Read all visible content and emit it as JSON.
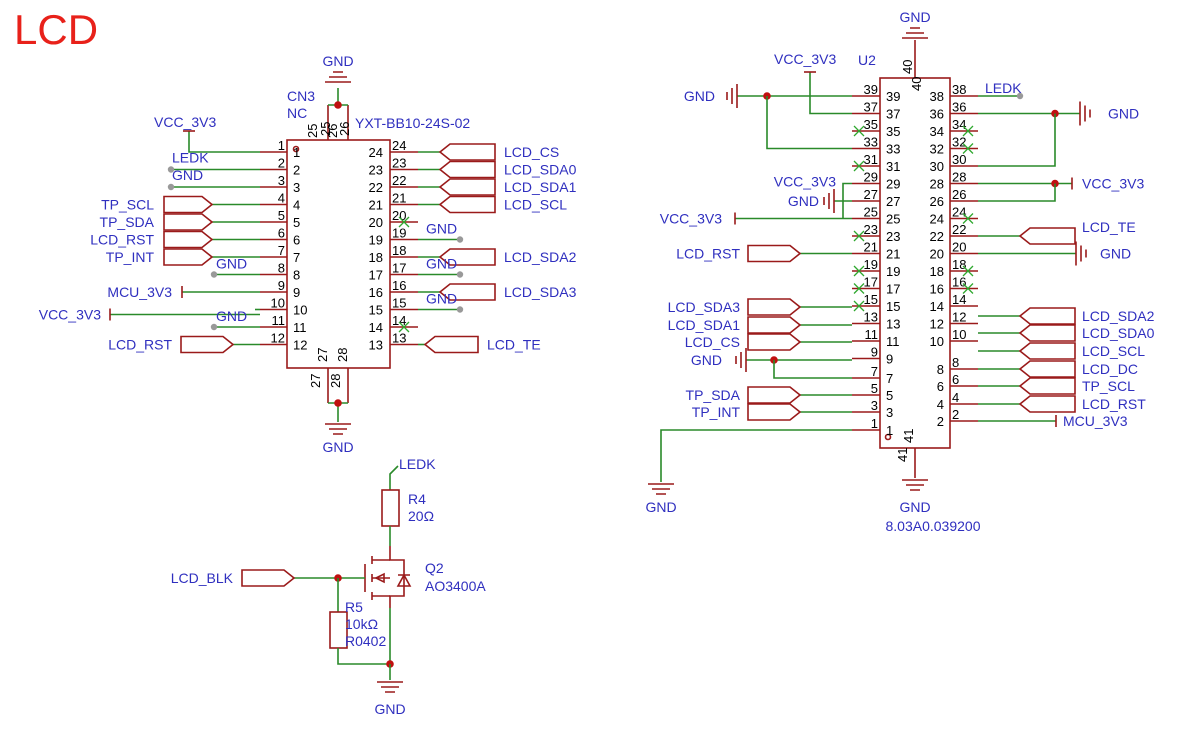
{
  "title": "LCD",
  "colors": {
    "title": "#e8211a",
    "net": "#2f2fbf",
    "wire": "#2a8a2a",
    "part": "#9a1a1a"
  },
  "cn3": {
    "ref": "CN3",
    "value": "NC",
    "part": "YXT-BB10-24S-02",
    "gnd_top": "GND",
    "gnd_bottom": "GND",
    "left_pins": [
      {
        "num": "1",
        "net": "VCC_3V3"
      },
      {
        "num": "2",
        "net": "LEDK"
      },
      {
        "num": "3",
        "net": "GND"
      },
      {
        "num": "4",
        "net": "TP_SCL"
      },
      {
        "num": "5",
        "net": "TP_SDA"
      },
      {
        "num": "6",
        "net": "LCD_RST"
      },
      {
        "num": "7",
        "net": "TP_INT"
      },
      {
        "num": "8",
        "net": "GND"
      },
      {
        "num": "9",
        "net": "MCU_3V3"
      },
      {
        "num": "10",
        "net": "VCC_3V3"
      },
      {
        "num": "11",
        "net": "GND"
      },
      {
        "num": "12",
        "net": "LCD_RST"
      }
    ],
    "right_pins": [
      {
        "num": "24",
        "net": "LCD_CS"
      },
      {
        "num": "23",
        "net": "LCD_SDA0"
      },
      {
        "num": "22",
        "net": "LCD_SDA1"
      },
      {
        "num": "21",
        "net": "LCD_SCL"
      },
      {
        "num": "20",
        "net": ""
      },
      {
        "num": "19",
        "net": "GND"
      },
      {
        "num": "18",
        "net": "LCD_SDA2"
      },
      {
        "num": "17",
        "net": "GND"
      },
      {
        "num": "16",
        "net": "LCD_SDA3"
      },
      {
        "num": "15",
        "net": "GND"
      },
      {
        "num": "14",
        "net": ""
      },
      {
        "num": "13",
        "net": "LCD_TE"
      }
    ],
    "top_pins": [
      "25",
      "26"
    ],
    "bottom_pins": [
      "27",
      "28"
    ]
  },
  "u2": {
    "ref": "U2",
    "value": "8.03A0.039200",
    "gnd_top": "GND",
    "gnd_bottom": "GND",
    "gnd_left_bottom": "GND",
    "top_pin": "40",
    "bottom_pin": "41",
    "left_pins": [
      {
        "num": "39",
        "net": "GND"
      },
      {
        "num": "37",
        "net": "VCC_3V3"
      },
      {
        "num": "35",
        "net": ""
      },
      {
        "num": "33",
        "net": ""
      },
      {
        "num": "31",
        "net": ""
      },
      {
        "num": "29",
        "net": "VCC_3V3"
      },
      {
        "num": "27",
        "net": "GND"
      },
      {
        "num": "25",
        "net": "VCC_3V3"
      },
      {
        "num": "23",
        "net": ""
      },
      {
        "num": "21",
        "net": "LCD_RST"
      },
      {
        "num": "19",
        "net": ""
      },
      {
        "num": "17",
        "net": ""
      },
      {
        "num": "15",
        "net": ""
      },
      {
        "num": "13",
        "net": "LCD_SDA3"
      },
      {
        "num": "11",
        "net": "LCD_SDA1"
      },
      {
        "num": "9",
        "net": "LCD_CS"
      },
      {
        "num": "7",
        "net": "GND"
      },
      {
        "num": "5",
        "net": "TP_SDA"
      },
      {
        "num": "3",
        "net": "TP_INT"
      },
      {
        "num": "1",
        "net": ""
      }
    ],
    "right_pins": [
      {
        "num": "38",
        "net": "LEDK"
      },
      {
        "num": "36",
        "net": "GND"
      },
      {
        "num": "34",
        "net": ""
      },
      {
        "num": "32",
        "net": ""
      },
      {
        "num": "30",
        "net": ""
      },
      {
        "num": "28",
        "net": "VCC_3V3"
      },
      {
        "num": "26",
        "net": ""
      },
      {
        "num": "24",
        "net": ""
      },
      {
        "num": "22",
        "net": "LCD_TE"
      },
      {
        "num": "20",
        "net": "GND"
      },
      {
        "num": "18",
        "net": ""
      },
      {
        "num": "16",
        "net": ""
      },
      {
        "num": "14",
        "net": "LCD_SDA2"
      },
      {
        "num": "12",
        "net": "LCD_SDA0"
      },
      {
        "num": "10",
        "net": "LCD_SCL"
      },
      {
        "num": "8",
        "net": "LCD_DC"
      },
      {
        "num": "6",
        "net": "TP_SCL"
      },
      {
        "num": "4",
        "net": "LCD_RST"
      },
      {
        "num": "2",
        "net": "MCU_3V3"
      }
    ]
  },
  "backlight": {
    "ledk": "LEDK",
    "r4_ref": "R4",
    "r4_value": "20Ω",
    "q2_ref": "Q2",
    "q2_value": "AO3400A",
    "r5_ref": "R5",
    "r5_value": "10kΩ",
    "r5_package": "R0402",
    "input": "LCD_BLK",
    "gnd": "GND"
  }
}
